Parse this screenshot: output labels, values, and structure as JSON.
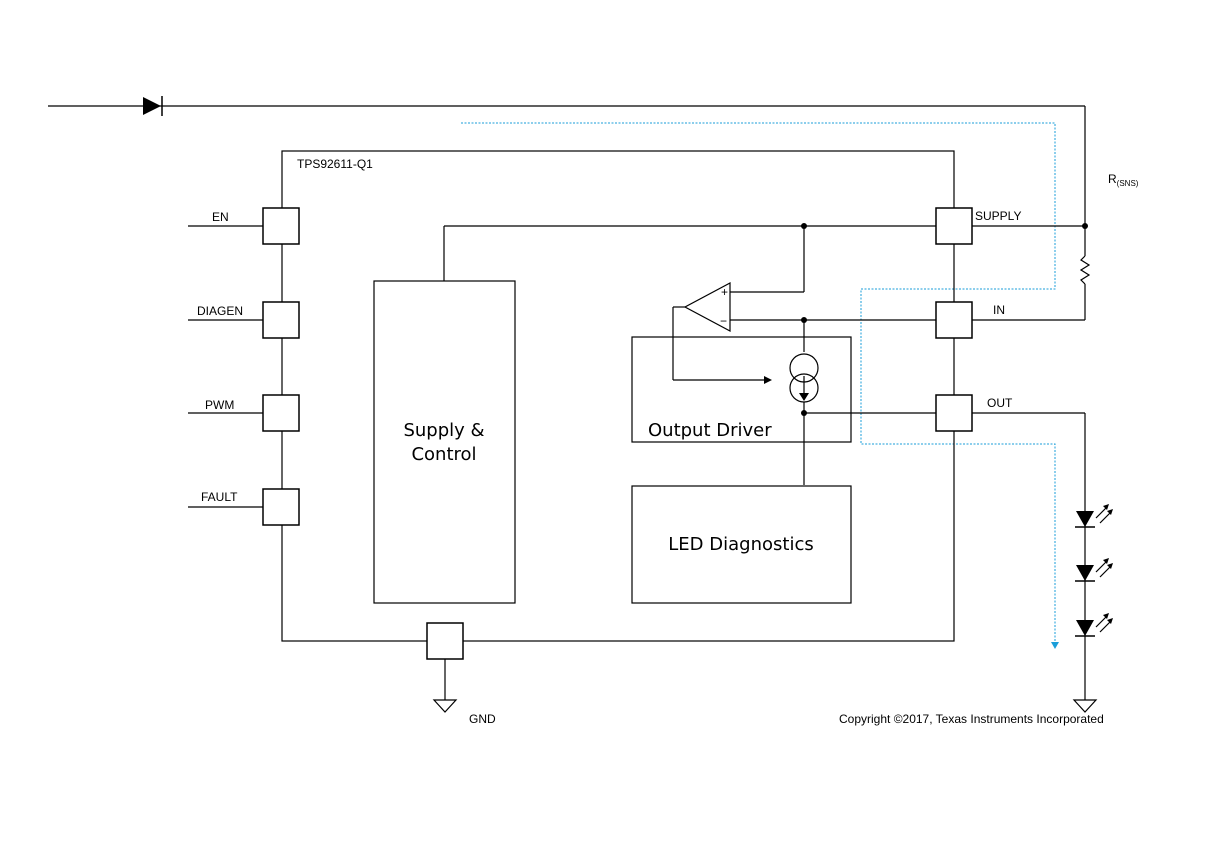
{
  "chip": {
    "name": "TPS92611-Q1"
  },
  "pins_left": [
    "EN",
    "DIAGEN",
    "PWM",
    "FAULT"
  ],
  "pins_right": {
    "supply": "SUPPLY",
    "in": "IN",
    "out": "OUT"
  },
  "pin_bottom": "GND",
  "blocks": {
    "supply_control_line1": "Supply &",
    "supply_control_line2": "Control",
    "output_driver": "Output Driver",
    "led_diagnostics": "LED Diagnostics"
  },
  "sense_resistor": {
    "label_main": "R",
    "label_sub": "(SNS)"
  },
  "opamp": {
    "plus": "+",
    "minus": "−"
  },
  "copyright": "Copyright ©2017, Texas Instruments Incorporated",
  "colors": {
    "current_flow": "#1a9ed9",
    "wires": "#000000"
  }
}
